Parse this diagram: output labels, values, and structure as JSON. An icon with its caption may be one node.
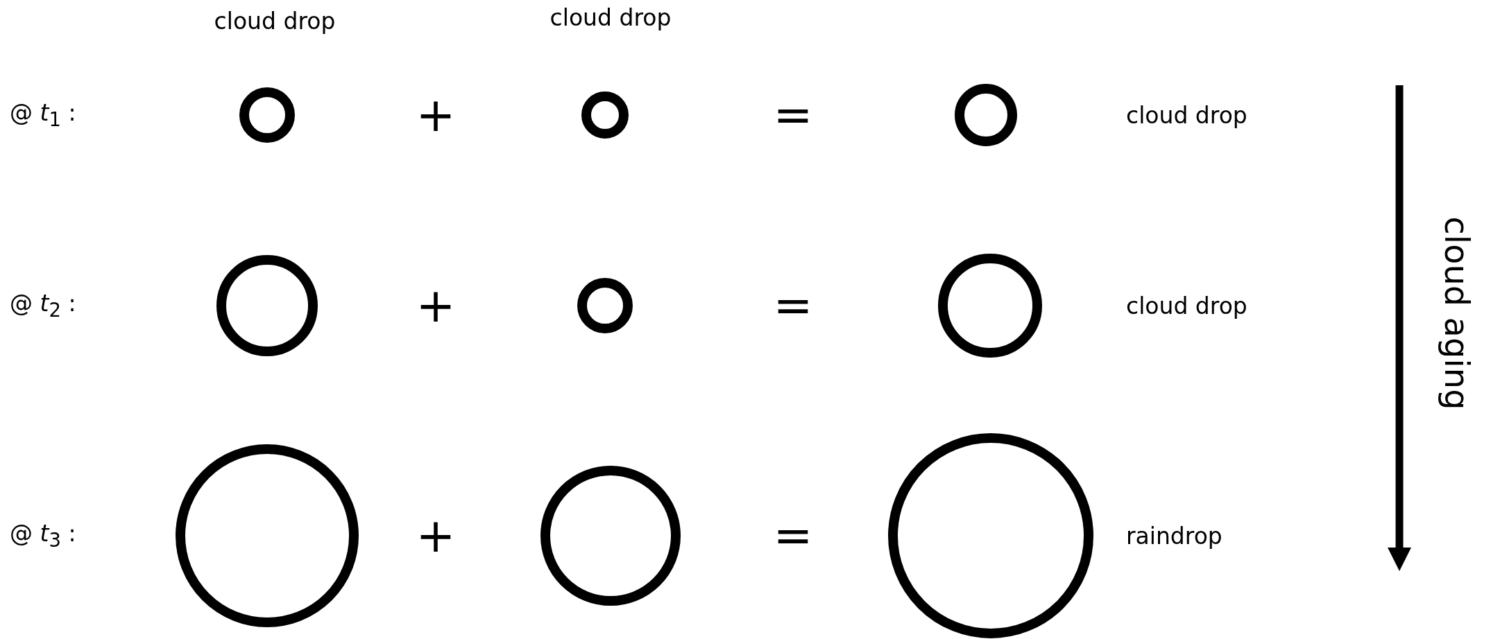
{
  "diagram": {
    "nodes": [
      {
        "text": [],
        "shape": "circle"
      },
      {
        "text": [],
        "shape": "circle"
      },
      {
        "text": [],
        "shape": "circle"
      },
      {
        "text": [],
        "shape": "circle"
      },
      {
        "text": [],
        "shape": "circle"
      },
      {
        "text": [],
        "shape": "circle"
      },
      {
        "text": [],
        "shape": "circle"
      },
      {
        "text": [],
        "shape": "circle"
      },
      {
        "text": [],
        "shape": "circle"
      }
    ],
    "edges": [],
    "labels": [
      "cloud drop",
      "cloud drop",
      "@ *t*$_{1}$ :",
      "+",
      "=",
      "cloud drop",
      "@ *t*$_{2}$ :",
      "+",
      "=",
      "cloud drop",
      "cloud aging",
      "@ *t*$_{3}$ :",
      "+",
      "=",
      "raindrop"
    ]
  }
}
